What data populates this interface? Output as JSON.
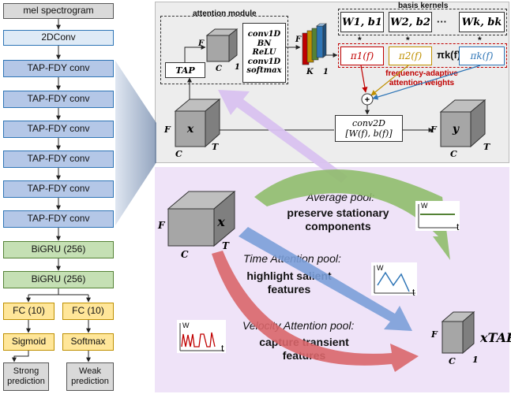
{
  "pipeline": {
    "input": "mel spectrogram",
    "conv2d": "2DConv",
    "tap_blocks": [
      "TAP-FDY conv",
      "TAP-FDY conv",
      "TAP-FDY conv",
      "TAP-FDY conv",
      "TAP-FDY conv",
      "TAP-FDY conv"
    ],
    "gru_blocks": [
      "BiGRU (256)",
      "BiGRU (256)"
    ],
    "fc_left": "FC (10)",
    "fc_right": "FC (10)",
    "act_left": "Sigmoid",
    "act_right": "Softmax",
    "out_left": "Strong prediction",
    "out_right": "Weak prediction"
  },
  "top_panel": {
    "attention_module_label": "attention module",
    "tap_label": "TAP",
    "conv_stack": [
      "conv1D",
      "BN",
      "ReLU",
      "conv1D",
      "softmax"
    ],
    "basis_kernels_label": "basis kernels",
    "kernels": [
      "W1, b1",
      "W2, b2",
      "···",
      "Wk, bk"
    ],
    "pis": [
      "π1(f)",
      "π2(f)",
      "···",
      "πk(f)"
    ],
    "faw_label": "frequency-adaptive attention weights",
    "conv2d_line1": "conv2D",
    "conv2d_line2": "[W(f), b(f)]",
    "dims": {
      "F": "F",
      "C": "C",
      "T": "T",
      "K": "K",
      "one": "1",
      "x": "x",
      "y": "y",
      "plus": "+",
      "times": "*"
    }
  },
  "bottom_panel": {
    "avg_title": "Average pool:",
    "avg_desc": "preserve stationary components",
    "time_title": "Time Attention pool:",
    "time_desc": "highlight salient features",
    "vel_title": "Velocity Attention pool:",
    "vel_desc": "capture transient features",
    "x_label": "x",
    "xtap_label": "xTAP",
    "plot_w": "W",
    "plot_t": "t"
  },
  "colors": {
    "green_arrow": "#8fbc6b",
    "blue_arrow": "#7b9fd8",
    "red_arrow": "#d9666a",
    "purple_arrow": "#d9c2f0"
  }
}
